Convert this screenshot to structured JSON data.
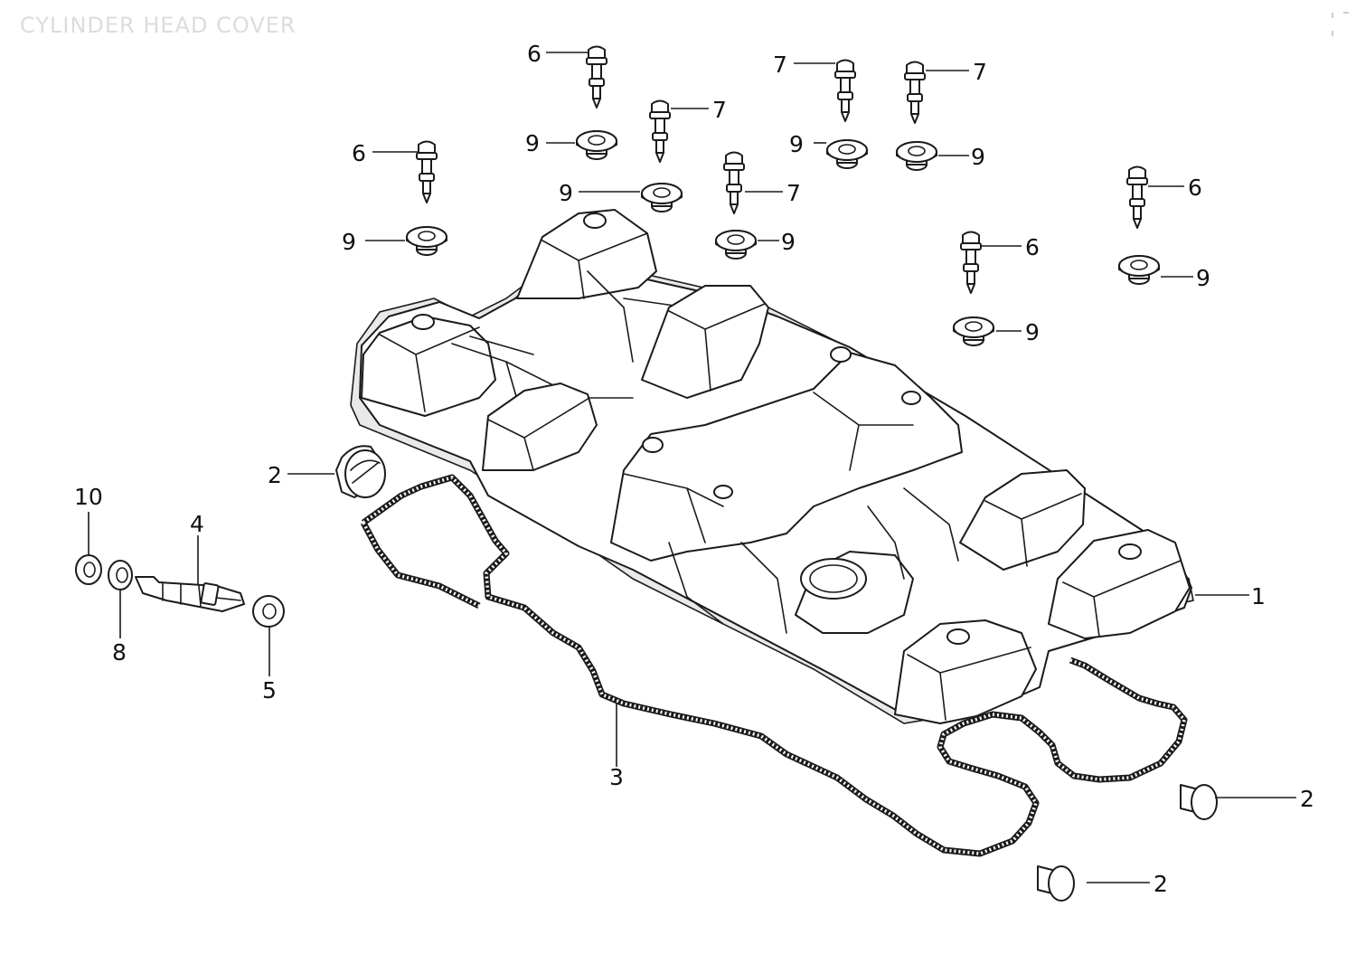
{
  "title": "CYLINDER HEAD COVER",
  "callouts": {
    "c1": "1",
    "c2a": "2",
    "c2b": "2",
    "c2c": "2",
    "c3": "3",
    "c4": "4",
    "c5": "5",
    "c6a": "6",
    "c6b": "6",
    "c6c": "6",
    "c6d": "6",
    "c7a": "7",
    "c7b": "7",
    "c7c": "7",
    "c7d": "7",
    "c8": "8",
    "c9a": "9",
    "c9b": "9",
    "c9c": "9",
    "c9d": "9",
    "c9e": "9",
    "c9f": "9",
    "c9g": "9",
    "c9h": "9",
    "c10": "10"
  }
}
